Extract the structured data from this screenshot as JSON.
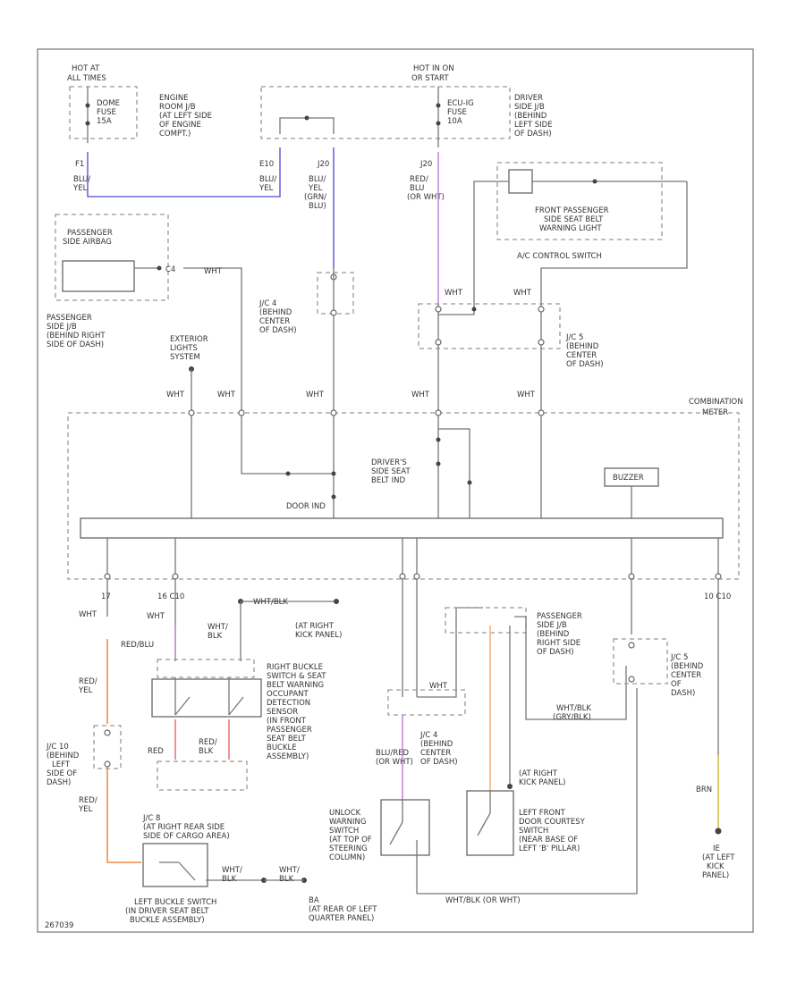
{
  "colors": {
    "blue": "#6a6ad8",
    "violet": "#c98ad8",
    "orange": "#f59a5a",
    "light_orange": "#f2b27a",
    "yellow": "#d9c75a",
    "red": "#e77a7a",
    "wire": "#777777"
  },
  "labels": {
    "hot_top_left": [
      "HOT AT",
      "ALL TIMES"
    ],
    "dome_fuse": [
      "DOME",
      "FUSE",
      "15A"
    ],
    "engine_room_jb": [
      "ENGINE",
      "ROOM J/B",
      "(AT LEFT SIDE",
      "OF ENGINE",
      "COMPT.)"
    ],
    "hot_ign": [
      "HOT IN ON",
      "OR START"
    ],
    "ecu_ig_fuse": [
      "ECU-IG",
      "FUSE",
      "10A"
    ],
    "driver_side_jb": [
      "DRIVER",
      "SIDE J/B",
      "(BEHIND",
      "LEFT SIDE",
      "OF DASH)"
    ],
    "pin_f1": "F1",
    "pin_e10": "E10",
    "pin_j20a": "J20",
    "pin_j20b": "J20",
    "wire_blu_yel": [
      "BLU/",
      "YEL"
    ],
    "wire_blu_yel2": [
      "BLU/",
      "YEL"
    ],
    "wire_blu_grn": [
      "BLU/",
      "YEL",
      "(GRN/",
      "BLU)"
    ],
    "wire_red_blu": [
      "RED/",
      "BLU",
      "(OR WHT)"
    ],
    "front_pass_seat_belt": [
      "FRONT PASSENGER",
      "SIDE SEAT BELT",
      "WARNING LIGHT"
    ],
    "ac_control_switch": "A/C CONTROL SWITCH",
    "passenger_airbag": [
      "PASSENGER",
      "SIDE AIRBAG"
    ],
    "pin_c4": "C4",
    "pass_side_jb": [
      "PASSENGER",
      "SIDE J/B",
      "(BEHIND RIGHT",
      "SIDE OF DASH)"
    ],
    "jc4": [
      "J/C 4",
      "(BEHIND",
      "CENTER",
      "OF DASH)"
    ],
    "jc5": [
      "J/C 5",
      "(BEHIND",
      "CENTER",
      "OF DASH)"
    ],
    "exterior_lights": [
      "EXTERIOR",
      "LIGHTS",
      "SYSTEM"
    ],
    "wht": "WHT",
    "combination_meter": [
      "COMBINATION",
      "METER"
    ],
    "drivers_seat_belt_ind": [
      "DRIVER'S",
      "SIDE SEAT",
      "BELT IND"
    ],
    "door_ind": "DOOR IND",
    "buzzer": "BUZZER",
    "pin_17": "17",
    "pin_16c": "16  C10",
    "pin_10c": "10  C10",
    "wht_blk_top": "WHT/BLK",
    "at_right_kick": [
      "(AT RIGHT",
      "KICK PANEL)"
    ],
    "red_blu": "RED/BLU",
    "wht_blk_short": [
      "WHT/",
      "BLK"
    ],
    "right_buckle": [
      "RIGHT BUCKLE",
      "SWITCH & SEAT",
      "BELT WARNING",
      "OCCUPANT",
      "DETECTION",
      "SENSOR",
      "(IN FRONT",
      "PASSENGER",
      "SEAT BELT",
      "BUCKLE",
      "ASSEMBLY)"
    ],
    "red_yel": [
      "RED/",
      "YEL"
    ],
    "jc10": [
      "J/C 10",
      "(BEHIND",
      "LEFT",
      "SIDE OF",
      "DASH)"
    ],
    "red": "RED",
    "red_blk": [
      "RED/",
      "BLK"
    ],
    "jc8": [
      "J/C 8",
      "(AT RIGHT REAR SIDE",
      "SIDE OF CARGO AREA)"
    ],
    "blu_red": [
      "BLU/RED",
      "(OR WHT)"
    ],
    "jc4b": [
      "J/C 4",
      "(BEHIND",
      "CENTER",
      "OF DASH)"
    ],
    "unlock_warning": [
      "UNLOCK",
      "WARNING",
      "SWITCH",
      "(AT TOP OF",
      "STEERING",
      "COLUMN)"
    ],
    "left_front_door": [
      "LEFT FRONT",
      "DOOR COURTESY",
      "SWITCH",
      "(NEAR BASE OF",
      "LEFT 'B' PILLAR)"
    ],
    "pass_side_jb2": [
      "PASSENGER",
      "SIDE J/B",
      "(BEHIND",
      "RIGHT SIDE",
      "OF DASH)"
    ],
    "jc5b": [
      "J/C 5",
      "(BEHIND",
      "CENTER",
      "OF",
      "DASH)"
    ],
    "wht_blk_gry": [
      "WHT/BLK",
      "(GRY/BLK)"
    ],
    "brn": "BRN",
    "ground_ie": [
      "IE",
      "(AT LEFT",
      "KICK",
      "PANEL)"
    ],
    "wht_blk_orwht": "WHT/BLK (OR WHT)",
    "left_buckle": [
      "LEFT BUCKLE SWITCH",
      "(IN DRIVER SEAT BELT",
      "BUCKLE ASSEMBLY)"
    ],
    "wht_blk_g": [
      "WHT/",
      "BLK"
    ],
    "ground_ba": [
      "BA",
      "(AT REAR OF LEFT",
      "QUARTER PANEL)"
    ],
    "footer_code": "267039"
  }
}
